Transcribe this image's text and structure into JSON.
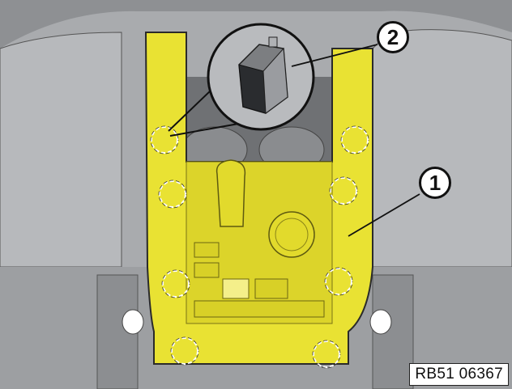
{
  "callouts": [
    {
      "id": "1",
      "label": "1",
      "part": "trim-panel"
    },
    {
      "id": "2",
      "label": "2",
      "part": "retaining-clip"
    }
  ],
  "figure_code": "RB51 06367",
  "colors": {
    "panel": "#e9e233",
    "panel_dark": "#c9c21e",
    "background": "#a9abae",
    "outline": "#2a2a2a",
    "marker": "#ffffff"
  },
  "clip_count": 8
}
